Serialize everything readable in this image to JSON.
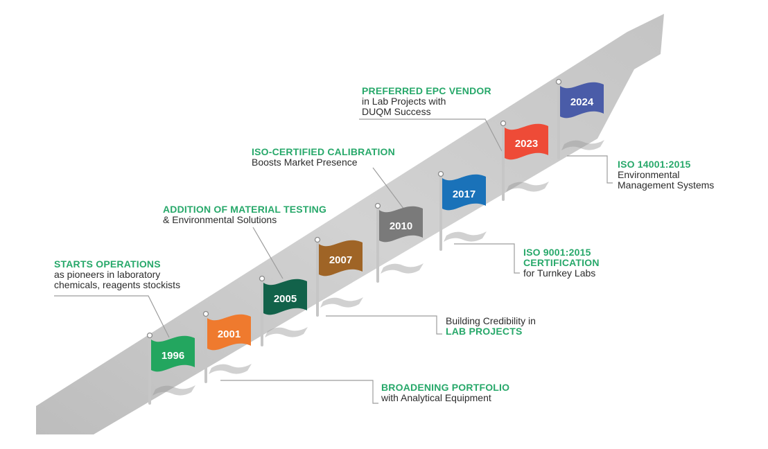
{
  "colors": {
    "road": "#cdcdcd",
    "highlight_text": "#27a86a",
    "body_text": "#2b2b2b",
    "pole": "#c9c9c9"
  },
  "milestones": [
    {
      "year": "1996",
      "color": "#23a65f"
    },
    {
      "year": "2001",
      "color": "#ef7a2e"
    },
    {
      "year": "2005",
      "color": "#12624a"
    },
    {
      "year": "2007",
      "color": "#9f6426"
    },
    {
      "year": "2010",
      "color": "#7a7a7a"
    },
    {
      "year": "2017",
      "color": "#1a72b9"
    },
    {
      "year": "2023",
      "color": "#ee4b37"
    },
    {
      "year": "2024",
      "color": "#4a5ca8"
    }
  ],
  "annotations": [
    {
      "highlight": "STARTS OPERATIONS",
      "text": [
        "as pioneers in laboratory",
        "chemicals, reagents stockists"
      ],
      "year": "1996"
    },
    {
      "highlight": "BROADENING PORTFOLIO",
      "text": [
        "with Analytical Equipment"
      ],
      "year": "2001"
    },
    {
      "highlight": "ADDITION OF MATERIAL TESTING",
      "text": [
        "& Environmental Solutions"
      ],
      "year": "2005"
    },
    {
      "text": [
        "Building Credibility in"
      ],
      "highlight_after": "LAB PROJECTS",
      "year": "2007"
    },
    {
      "highlight": "ISO-CERTIFIED CALIBRATION",
      "text": [
        "Boosts Market Presence"
      ],
      "year": "2010"
    },
    {
      "highlight_lines": [
        "ISO 9001:2015",
        "CERTIFICATION"
      ],
      "text": [
        "for Turnkey Labs"
      ],
      "year": "2017"
    },
    {
      "highlight": "PREFERRED EPC VENDOR",
      "text": [
        "in Lab Projects with",
        "DUQM Success"
      ],
      "year": "2023"
    },
    {
      "highlight": "ISO 14001:2015",
      "text": [
        "Environmental",
        "Management Systems"
      ],
      "year": "2024"
    }
  ]
}
